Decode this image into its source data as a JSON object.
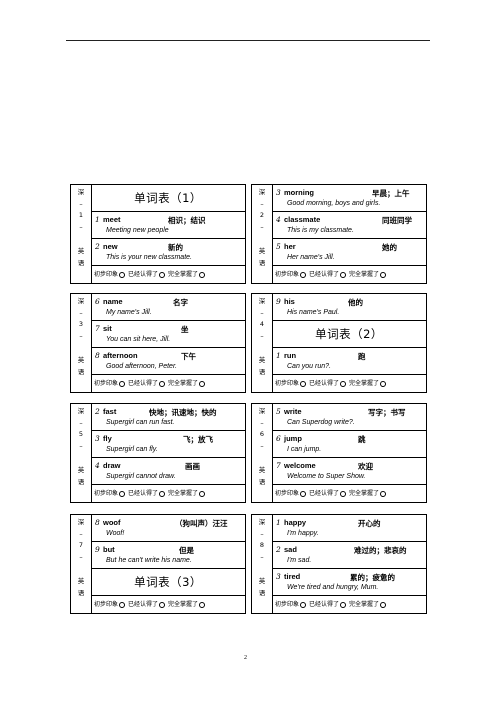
{
  "footer": {
    "a": "初步印象",
    "b": "已经认得了",
    "c": "完全掌握了"
  },
  "page_number": "2",
  "cards": [
    {
      "side": [
        "深",
        "–",
        "1",
        "–",
        "英",
        "语"
      ],
      "rows": [
        {
          "title": "单词表（1）"
        },
        {
          "num": "1",
          "word": "meet",
          "mean": "相识；结识",
          "sent": "Meeting new people"
        },
        {
          "num": "2",
          "word": "new",
          "mean": "新的",
          "sent": "This is your new classmate."
        }
      ]
    },
    {
      "side": [
        "深",
        "–",
        "2",
        "–",
        "英",
        "语"
      ],
      "rows": [
        {
          "num": "3",
          "word": "morning",
          "mean": "早晨；上午",
          "sent": "Good morning, boys and girls."
        },
        {
          "num": "4",
          "word": "classmate",
          "mean": "同班同学",
          "sent": "This is my classmate."
        },
        {
          "num": "5",
          "word": "her",
          "mean": "她的",
          "sent": "Her name's Jill."
        }
      ]
    },
    {
      "side": [
        "深",
        "–",
        "3",
        "–",
        "英",
        "语"
      ],
      "rows": [
        {
          "num": "6",
          "word": "name",
          "mean": "名字",
          "sent": "My name's Jill."
        },
        {
          "num": "7",
          "word": "sit",
          "mean": "坐",
          "sent": "You can sit here, Jill."
        },
        {
          "num": "8",
          "word": "afternoon",
          "mean": "下午",
          "sent": "Good afternoon, Peter."
        }
      ]
    },
    {
      "side": [
        "深",
        "–",
        "4",
        "–",
        "英",
        "语"
      ],
      "rows": [
        {
          "num": "9",
          "word": "his",
          "mean": "他的",
          "sent": "His name's Paul."
        },
        {
          "title": "单词表（2）"
        },
        {
          "num": "1",
          "word": "run",
          "mean": "跑",
          "sent": "Can you run?."
        }
      ]
    },
    {
      "side": [
        "深",
        "–",
        "5",
        "–",
        "英",
        "语"
      ],
      "rows": [
        {
          "num": "2",
          "word": "fast",
          "mean": "快地；讯速地；快的",
          "sent": "Supergirl can run fast."
        },
        {
          "num": "3",
          "word": "fly",
          "mean": "飞；放飞",
          "sent": "Supergirl can fly."
        },
        {
          "num": "4",
          "word": "draw",
          "mean": "画画",
          "sent": "Supergirl cannot draw."
        }
      ]
    },
    {
      "side": [
        "深",
        "–",
        "6",
        "–",
        "英",
        "语"
      ],
      "rows": [
        {
          "num": "5",
          "word": "write",
          "mean": "写字；书写",
          "sent": "Can Superdog write?."
        },
        {
          "num": "6",
          "word": "jump",
          "mean": "跳",
          "sent": "I can jump."
        },
        {
          "num": "7",
          "word": "welcome",
          "mean": "欢迎",
          "sent": "Welcome to Super Show."
        }
      ]
    },
    {
      "side": [
        "深",
        "–",
        "7",
        "–",
        "英",
        "语"
      ],
      "rows": [
        {
          "num": "8",
          "word": "woof",
          "mean": "（狗叫声）汪汪",
          "sent": "Woof!"
        },
        {
          "num": "9",
          "word": "but",
          "mean": "但是",
          "sent": "But he can't write his name."
        },
        {
          "title": "单词表（3）"
        }
      ]
    },
    {
      "side": [
        "深",
        "–",
        "8",
        "–",
        "英",
        "语"
      ],
      "rows": [
        {
          "num": "1",
          "word": "happy",
          "mean": "开心的",
          "sent": "I'm happy."
        },
        {
          "num": "2",
          "word": "sad",
          "mean": "难过的；悲哀的",
          "sent": "I'm sad."
        },
        {
          "num": "3",
          "word": "tired",
          "mean": "累的；疲惫的",
          "sent": "We're tired and hungry, Mum."
        }
      ]
    }
  ]
}
